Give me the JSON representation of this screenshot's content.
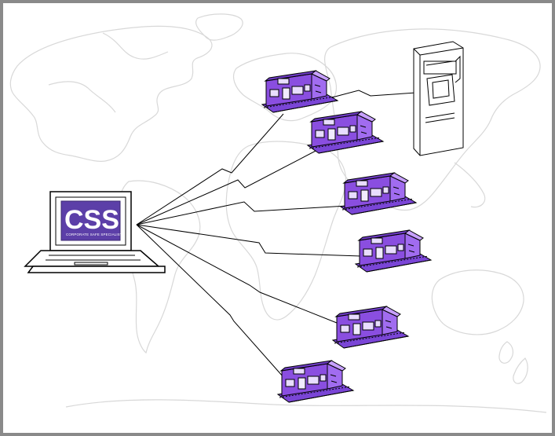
{
  "laptop": {
    "logo_main": "CSS",
    "logo_sub": "CORPORATE SAFE SPECIALISTS"
  },
  "colors": {
    "building": "#8a4ee0",
    "building_dark": "#2b1a55",
    "logo": "#5c3fa8",
    "map": "#d8d8d8",
    "frame": "#8a8a8a"
  },
  "icons": [
    "laptop-icon",
    "server-icon",
    "store-icon",
    "map-background"
  ]
}
